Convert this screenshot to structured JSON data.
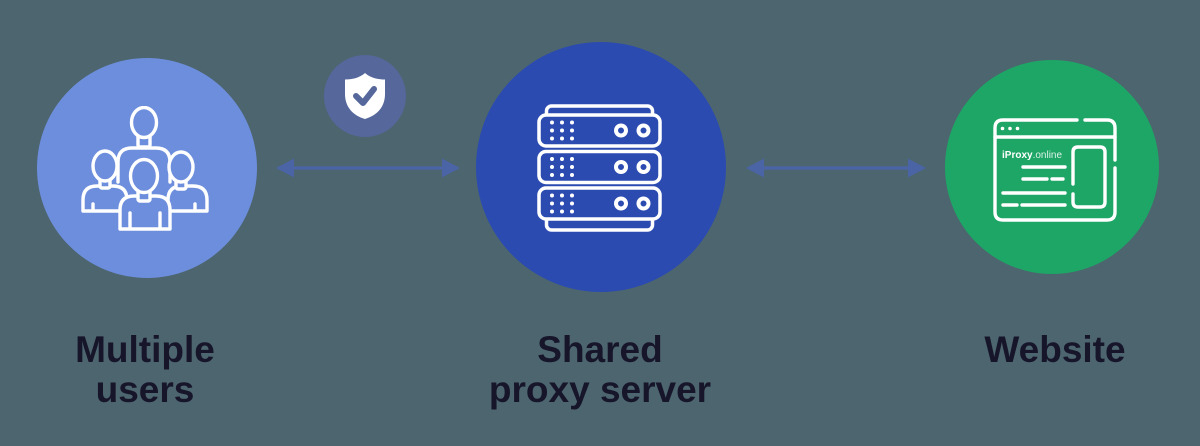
{
  "canvas": {
    "background_color": "#4c656e",
    "label_text_color": "#16152a"
  },
  "nodes": [
    {
      "id": "users",
      "label": "Multiple\nusers",
      "circle_color": "#6d8edd",
      "icon": "users-group-icon"
    },
    {
      "id": "proxy-server",
      "label": "Shared\nproxy server",
      "circle_color": "#2b4bb1",
      "icon": "server-stack-icon"
    },
    {
      "id": "website",
      "label": "Website",
      "circle_color": "#1ea666",
      "icon": "browser-window-icon",
      "browser": {
        "brand_bold": "iProxy",
        "brand_light": ".online"
      }
    }
  ],
  "badge": {
    "icon": "shield-check-icon",
    "background_color": "#55679b",
    "shield_color": "#ffffff",
    "check_color": "#55679b"
  },
  "arrows": {
    "style": "double-headed",
    "color": "#4a64a5",
    "count": 2
  }
}
